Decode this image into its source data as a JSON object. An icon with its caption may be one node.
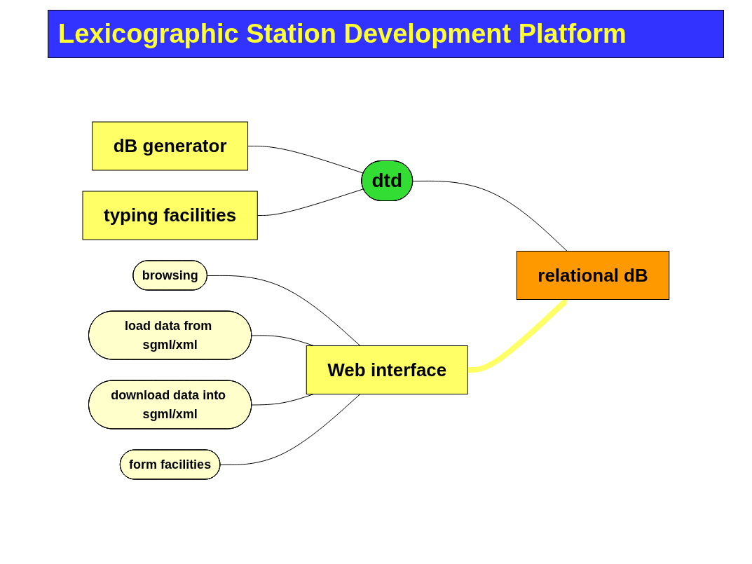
{
  "diagram": {
    "title": "Lexicographic Station Development Platform",
    "nodes": [
      {
        "text": [
          "dB generator"
        ]
      },
      {
        "text": [
          "typing facilities"
        ]
      },
      {
        "text": [
          "dtd"
        ]
      },
      {
        "text": [
          "relational dB"
        ]
      },
      {
        "text": [
          "Web interface"
        ]
      },
      {
        "text": [
          "browsing"
        ]
      },
      {
        "text": [
          "load data from sgml/xml"
        ]
      },
      {
        "text": [
          "download data into sgml/xml"
        ]
      },
      {
        "text": [
          "form facilities"
        ]
      }
    ],
    "edges": [
      {
        "from": 0,
        "to": 2,
        "arrow": "none"
      },
      {
        "from": 1,
        "to": 2,
        "arrow": "none"
      },
      {
        "from": 2,
        "to": 3,
        "arrow": "none"
      },
      {
        "from": 4,
        "to": 3,
        "arrow": "to",
        "style": "thick",
        "color": "#ffff66"
      },
      {
        "from": 5,
        "to": 4,
        "arrow": "none"
      },
      {
        "from": 6,
        "to": 4,
        "arrow": "none"
      },
      {
        "from": 7,
        "to": 4,
        "arrow": "none"
      },
      {
        "from": 8,
        "to": 4,
        "arrow": "none"
      }
    ]
  }
}
